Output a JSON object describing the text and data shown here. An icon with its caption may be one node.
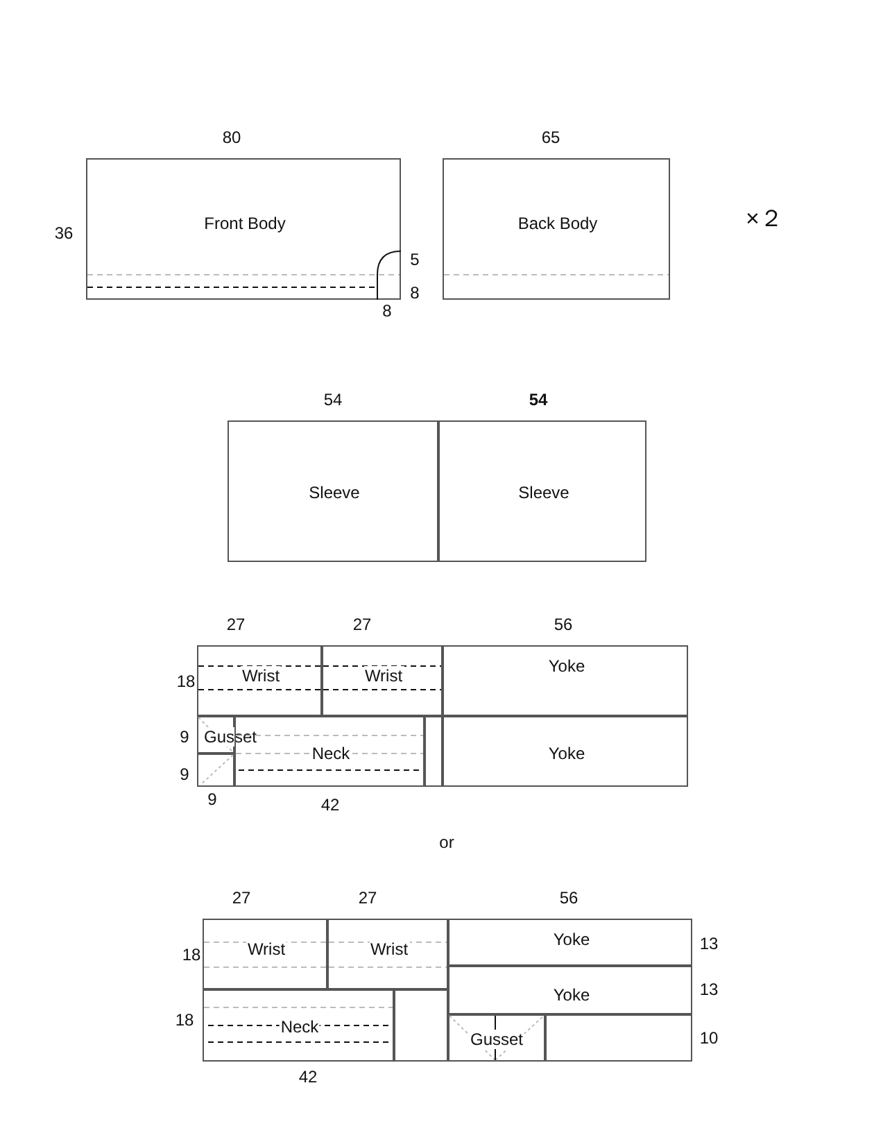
{
  "diagram": {
    "nodes": [
      {
        "text": [
          "Front Body"
        ]
      },
      {
        "text": [
          "Back Body"
        ]
      },
      {
        "text": [
          "Sleeve"
        ]
      },
      {
        "text": [
          "Sleeve"
        ]
      },
      {
        "text": [
          "Wrist"
        ]
      },
      {
        "text": [
          "Wrist"
        ]
      },
      {
        "text": [
          "Yoke"
        ]
      },
      {
        "text": [
          "Gusset"
        ]
      },
      {
        "text": [],
        "shape": "box"
      },
      {
        "text": [
          "Neck"
        ]
      },
      {
        "text": [],
        "shape": "box"
      },
      {
        "text": [
          "Yoke"
        ]
      },
      {
        "text": [
          "Wrist"
        ]
      },
      {
        "text": [
          "Wrist"
        ]
      },
      {
        "text": [
          "Yoke"
        ]
      },
      {
        "text": [
          "Yoke"
        ]
      },
      {
        "text": [
          "Neck"
        ]
      },
      {
        "text": [],
        "shape": "box"
      },
      {
        "text": [
          "Gusset"
        ]
      },
      {
        "text": [],
        "shape": "box"
      }
    ],
    "labels": [
      "80",
      "65",
      "36",
      "×２",
      "5",
      "8",
      "8",
      "54",
      "54",
      "27",
      "27",
      "56",
      "18",
      "9",
      "9",
      "9",
      "42",
      "or",
      "27",
      "27",
      "56",
      "18",
      "13",
      "13",
      "18",
      "10",
      "42"
    ]
  }
}
